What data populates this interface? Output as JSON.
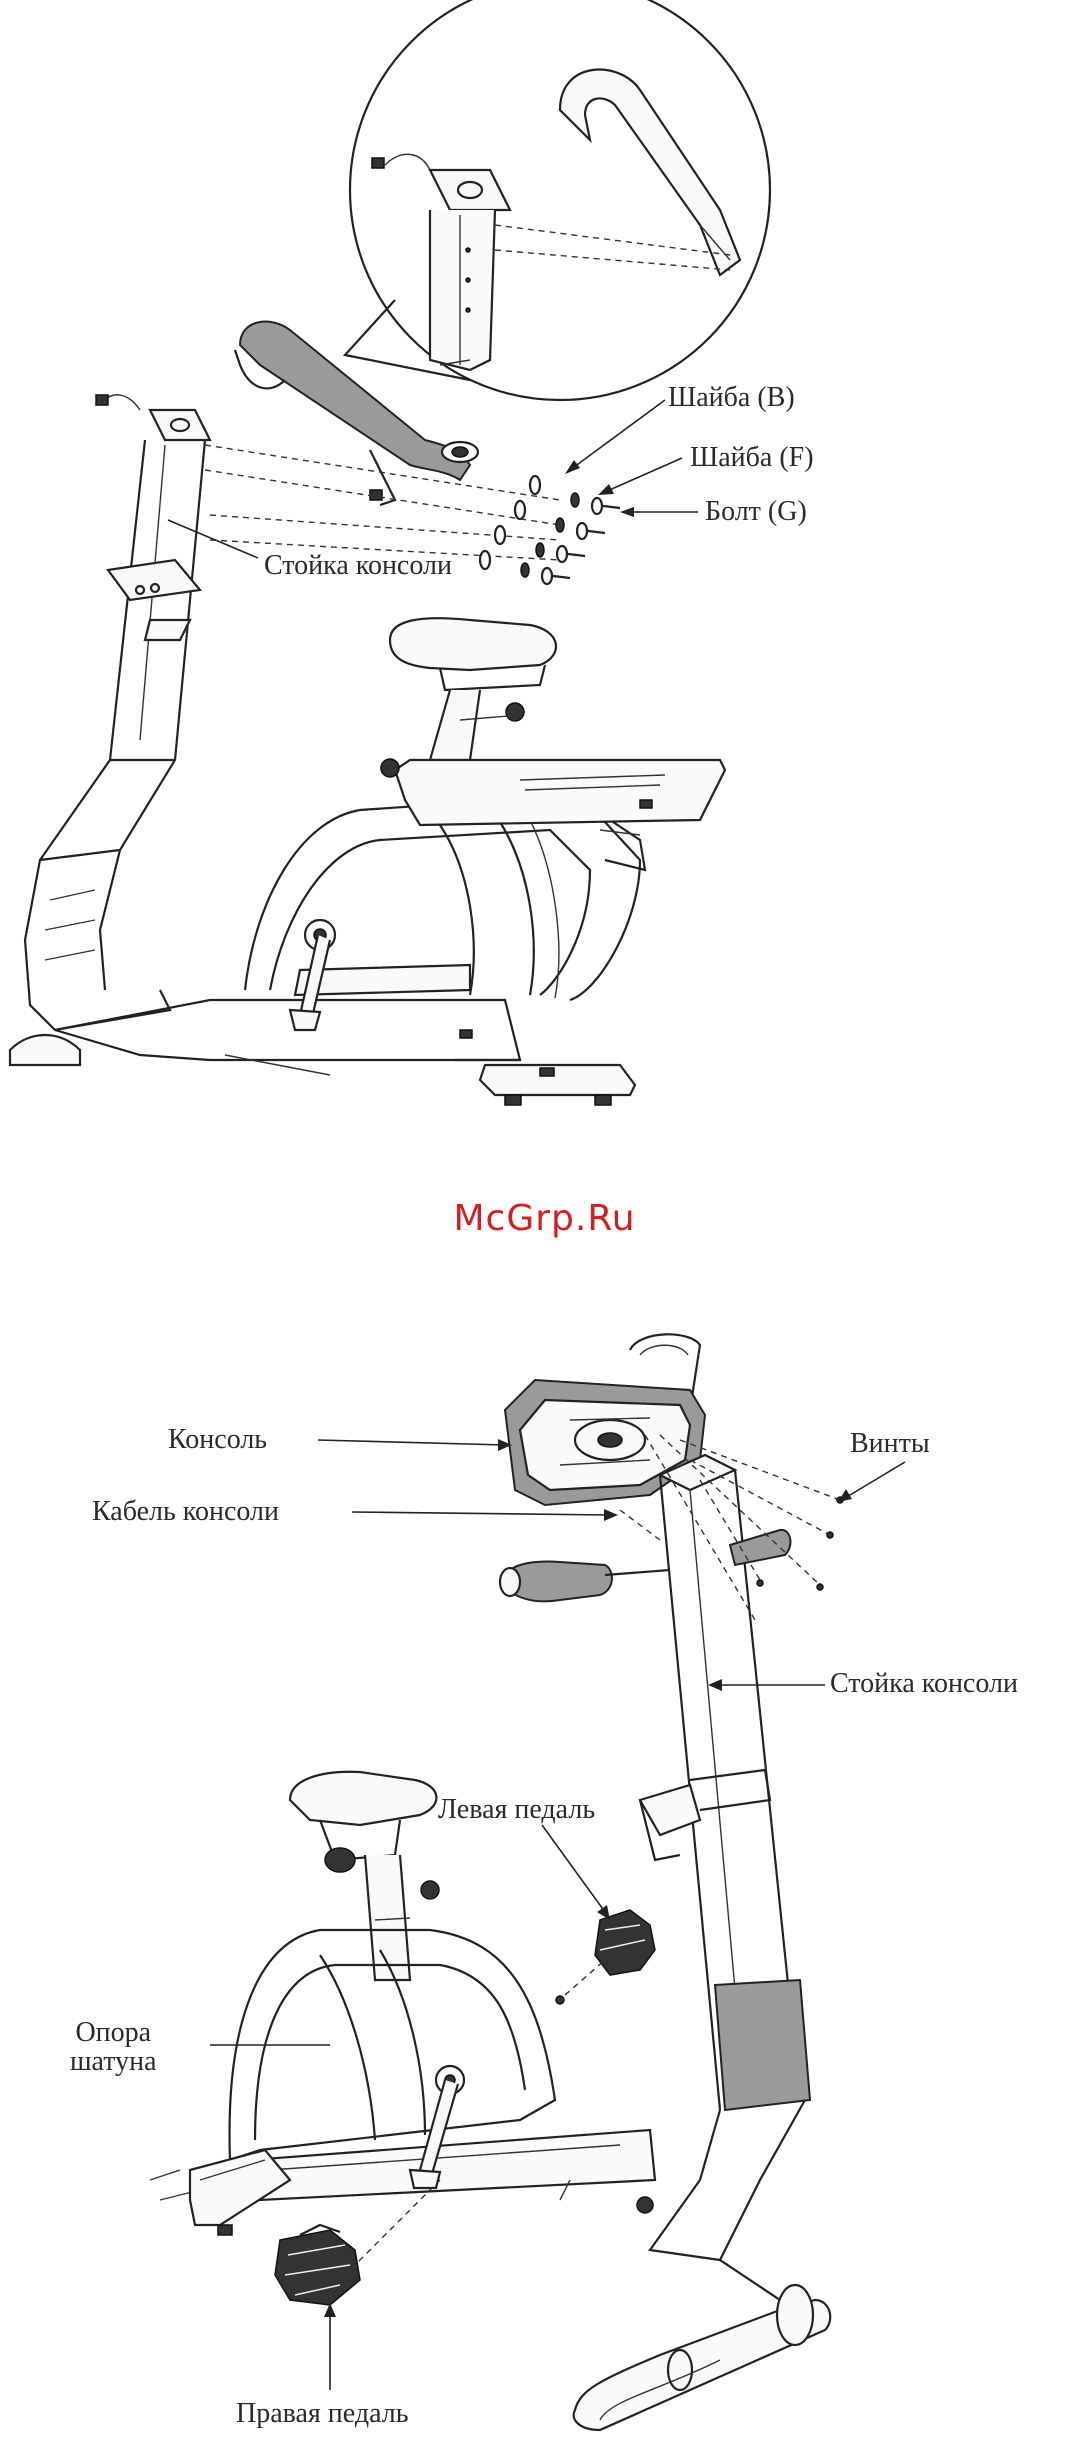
{
  "top": {
    "labels": {
      "washer_b": "Шайба (В)",
      "washer_f": "Шайба (F)",
      "bolt_g": "Болт (G)",
      "console_post": "Стойка консоли"
    }
  },
  "watermark": "McGrp.Ru",
  "bottom": {
    "labels": {
      "console": "Консоль",
      "console_cable": "Кабель консоли",
      "screws": "Винты",
      "console_post": "Стойка консоли",
      "left_pedal": "Левая педаль",
      "crank_support_line1": "Опора",
      "crank_support_line2": "шатуна",
      "right_pedal": "Правая педаль"
    }
  }
}
